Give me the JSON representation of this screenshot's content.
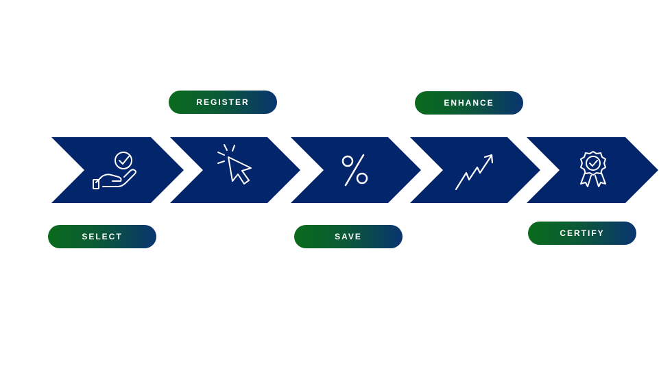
{
  "steps": [
    {
      "label": "SELECT",
      "icon": "hand-checkmark-icon"
    },
    {
      "label": "REGISTER",
      "icon": "cursor-click-icon"
    },
    {
      "label": "SAVE",
      "icon": "percent-icon"
    },
    {
      "label": "ENHANCE",
      "icon": "trending-up-icon"
    },
    {
      "label": "CERTIFY",
      "icon": "award-badge-icon"
    }
  ],
  "colors": {
    "chevron": "#03256c",
    "pill_start": "#0a6a1c",
    "pill_end": "#0a3470",
    "icon": "#ffffff"
  }
}
